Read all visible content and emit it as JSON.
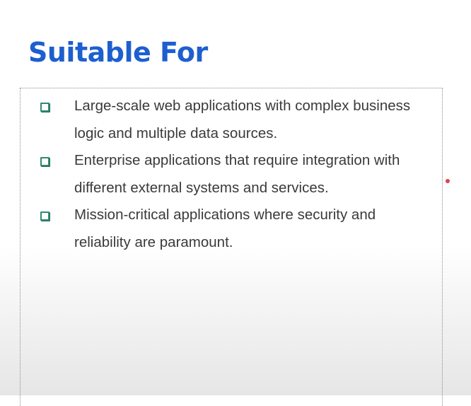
{
  "slide": {
    "title": "Suitable For",
    "bullets": [
      {
        "text": "Large-scale web applications with complex business logic and multiple data sources."
      },
      {
        "text": "Enterprise applications that require integration with different external systems and services."
      },
      {
        "text": "Mission-critical applications where security and reliability are paramount."
      }
    ]
  },
  "colors": {
    "title": "#1e5fcf",
    "bullet_marker": "#2e8b74",
    "body_text": "#3a3a3a",
    "pointer_dot": "#e0424e"
  }
}
